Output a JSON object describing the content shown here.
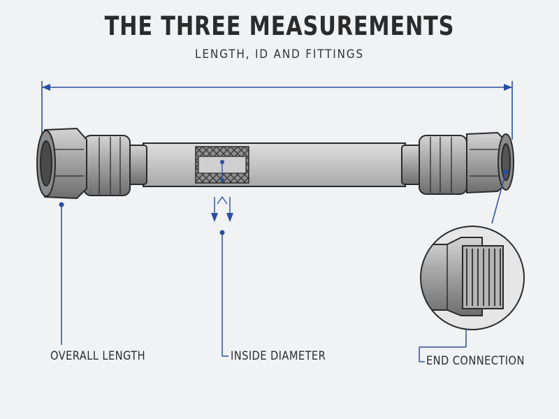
{
  "header": {
    "title": "THE THREE MEASUREMENTS",
    "subtitle": "LENGTH, ID AND FITTINGS"
  },
  "labels": {
    "overall_length": "OVERALL LENGTH",
    "inside_diameter": "INSIDE DIAMETER",
    "end_connection": "END CONNECTION"
  },
  "colors": {
    "accent": "#2b4ea2",
    "metal": "#9a9a9a",
    "hose": "#c9c9c9",
    "outline": "#2a2a2a",
    "background": "#f1f2f4"
  }
}
